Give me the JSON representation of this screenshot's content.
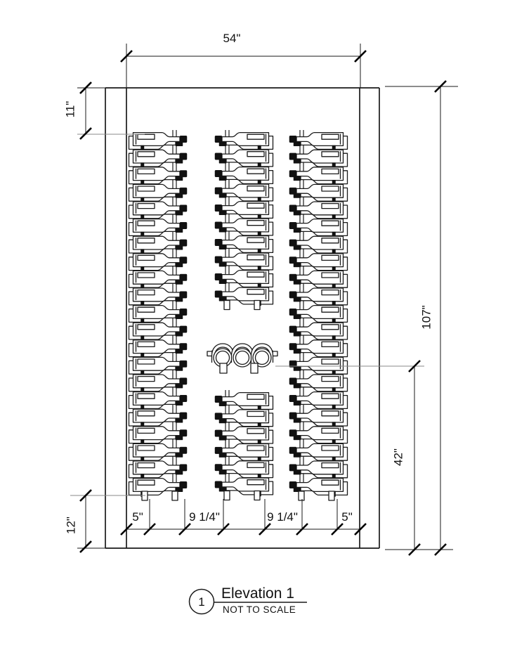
{
  "drawing": {
    "title": "Elevation 1",
    "scale_note": "NOT TO SCALE",
    "callout_number": "1",
    "dimensions": {
      "top_width": "54\"",
      "left_top_offset": "11\"",
      "left_bottom_offset": "12\"",
      "right_total_height": "107\"",
      "right_lower_height": "42\"",
      "bottom_segments": [
        "5\"",
        "9 1/4\"",
        "9 1/4\"",
        "5\""
      ]
    },
    "racks": [
      {
        "name": "left",
        "rows": 21,
        "neck_direction": "right"
      },
      {
        "name": "middle-top",
        "rows": 10,
        "neck_direction": "left"
      },
      {
        "name": "middle-bottom",
        "rows": 6,
        "neck_direction": "left"
      },
      {
        "name": "right",
        "rows": 21,
        "neck_direction": "left"
      }
    ],
    "display_row": {
      "bottles": 3
    },
    "colors": {
      "line": "#1a1a1a",
      "background": "#ffffff",
      "leader": "#8a8a8a"
    }
  }
}
